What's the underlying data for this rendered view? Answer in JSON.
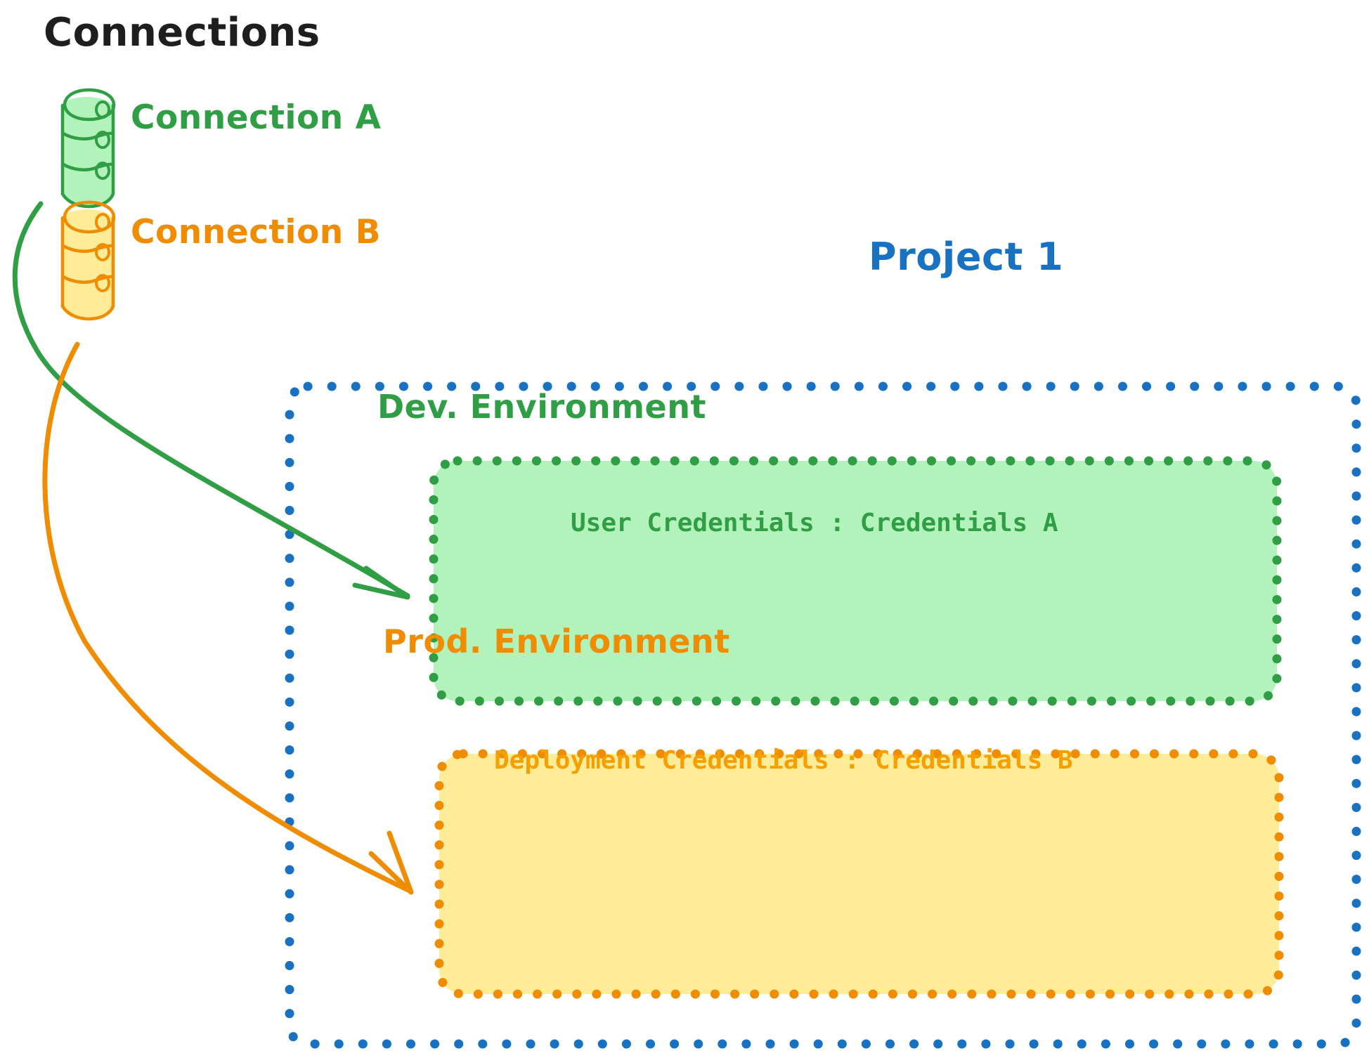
{
  "diagram": {
    "type": "architecture-diagram",
    "background": "#ffffff",
    "colors": {
      "green_stroke": "#2f9e44",
      "green_fill": "#b2f2bb",
      "orange_stroke": "#f08c00",
      "orange_fill": "#ffec99",
      "blue_stroke": "#1971c2",
      "black_text": "#1e1e1e"
    }
  },
  "connections_section": {
    "title": "Connections",
    "items": [
      {
        "label": "Connection A",
        "icon": "database-cylinder-icon",
        "color": "#2f9e44"
      },
      {
        "label": "Connection B",
        "icon": "database-cylinder-icon",
        "color": "#f08c00"
      }
    ]
  },
  "project": {
    "title": "Project 1",
    "color": "#1971c2",
    "border_style": "dotted",
    "environments": [
      {
        "name": "Dev. Environment",
        "credentials_label": "User Credentials : Credentials A",
        "stroke": "#2f9e44",
        "fill": "#b2f2bb",
        "source_connection": "Connection A"
      },
      {
        "name": "Prod. Environment",
        "credentials_label": "Deployment Credentials : Credentials B",
        "stroke": "#f08c00",
        "fill": "#ffec99",
        "source_connection": "Connection B"
      }
    ]
  },
  "arrows": [
    {
      "from": "Connection A",
      "to": "Dev. Environment",
      "color": "#2f9e44",
      "style": "curved-arrow"
    },
    {
      "from": "Connection B",
      "to": "Prod. Environment",
      "color": "#f08c00",
      "style": "curved-arrow"
    }
  ]
}
